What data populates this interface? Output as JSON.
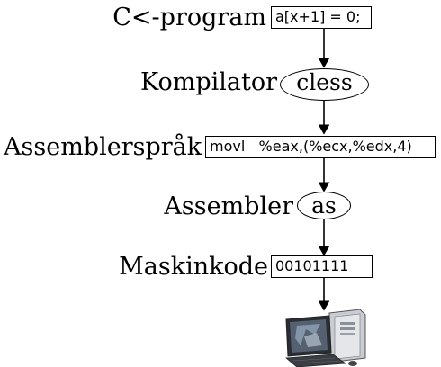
{
  "steps": [
    {
      "label": "C<-program",
      "content": "a[x+1] = 0;",
      "shape": "box"
    },
    {
      "label": "Kompilator",
      "content": "cless",
      "shape": "oval"
    },
    {
      "label": "Assemblerspråk",
      "content": "movl   %eax,(%ecx,%edx,4)",
      "shape": "box"
    },
    {
      "label": "Assembler",
      "content": "as",
      "shape": "oval"
    },
    {
      "label": "Maskinkode",
      "content": "00101111",
      "shape": "box"
    }
  ],
  "endpoint": {
    "icon": "computer-icon"
  }
}
